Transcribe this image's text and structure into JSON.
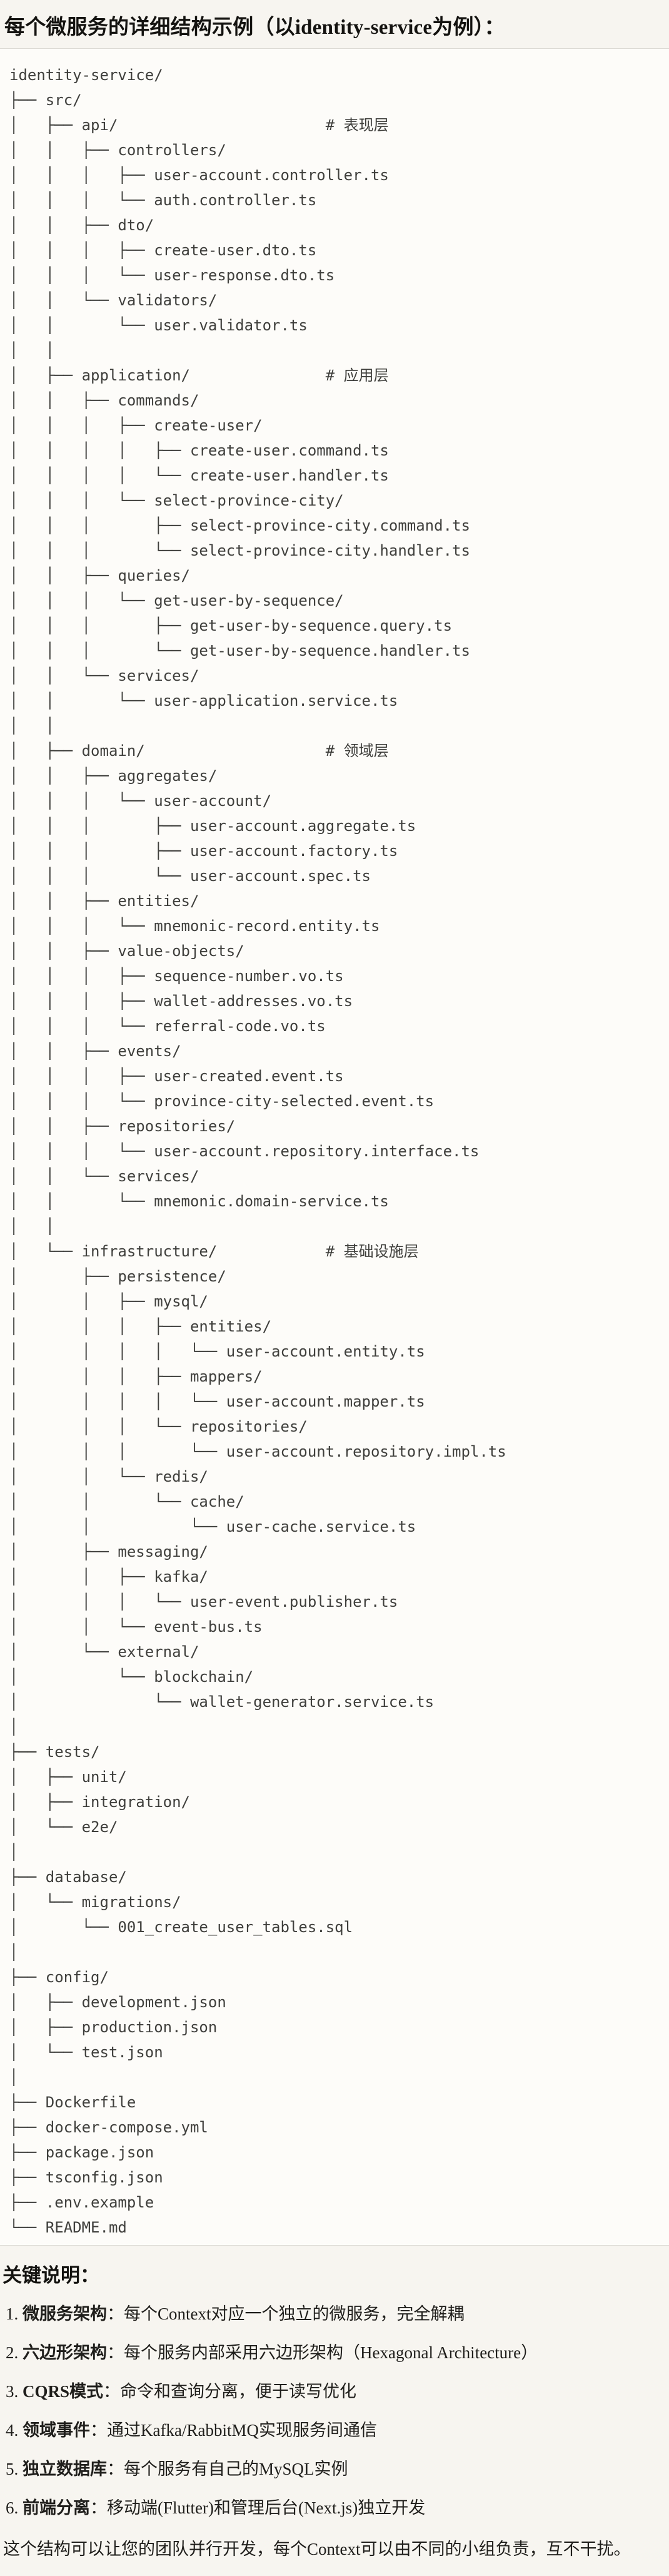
{
  "title": "每个微服务的详细结构示例（以identity-service为例）：",
  "colors": {
    "page_bg": "#f7f5f0",
    "code_bg": "#fdfcf9",
    "border": "#dcdad4",
    "tree_text": "#3f3f3c",
    "text": "#1f1e1b"
  },
  "code_block": {
    "root": "identity-service/",
    "layer_comments": [
      "# 表现层",
      "# 应用层",
      "# 领域层",
      "# 基础设施层"
    ],
    "tree_lines": [
      "identity-service/",
      "├── src/",
      "│   ├── api/                       # 表现层",
      "│   │   ├── controllers/",
      "│   │   │   ├── user-account.controller.ts",
      "│   │   │   └── auth.controller.ts",
      "│   │   ├── dto/",
      "│   │   │   ├── create-user.dto.ts",
      "│   │   │   └── user-response.dto.ts",
      "│   │   └── validators/",
      "│   │       └── user.validator.ts",
      "│   │",
      "│   ├── application/               # 应用层",
      "│   │   ├── commands/",
      "│   │   │   ├── create-user/",
      "│   │   │   │   ├── create-user.command.ts",
      "│   │   │   │   └── create-user.handler.ts",
      "│   │   │   └── select-province-city/",
      "│   │   │       ├── select-province-city.command.ts",
      "│   │   │       └── select-province-city.handler.ts",
      "│   │   ├── queries/",
      "│   │   │   └── get-user-by-sequence/",
      "│   │   │       ├── get-user-by-sequence.query.ts",
      "│   │   │       └── get-user-by-sequence.handler.ts",
      "│   │   └── services/",
      "│   │       └── user-application.service.ts",
      "│   │",
      "│   ├── domain/                    # 领域层",
      "│   │   ├── aggregates/",
      "│   │   │   └── user-account/",
      "│   │   │       ├── user-account.aggregate.ts",
      "│   │   │       ├── user-account.factory.ts",
      "│   │   │       └── user-account.spec.ts",
      "│   │   ├── entities/",
      "│   │   │   └── mnemonic-record.entity.ts",
      "│   │   ├── value-objects/",
      "│   │   │   ├── sequence-number.vo.ts",
      "│   │   │   ├── wallet-addresses.vo.ts",
      "│   │   │   └── referral-code.vo.ts",
      "│   │   ├── events/",
      "│   │   │   ├── user-created.event.ts",
      "│   │   │   └── province-city-selected.event.ts",
      "│   │   ├── repositories/",
      "│   │   │   └── user-account.repository.interface.ts",
      "│   │   └── services/",
      "│   │       └── mnemonic.domain-service.ts",
      "│   │",
      "│   └── infrastructure/            # 基础设施层",
      "│       ├── persistence/",
      "│       │   ├── mysql/",
      "│       │   │   ├── entities/",
      "│       │   │   │   └── user-account.entity.ts",
      "│       │   │   ├── mappers/",
      "│       │   │   │   └── user-account.mapper.ts",
      "│       │   │   └── repositories/",
      "│       │   │       └── user-account.repository.impl.ts",
      "│       │   └── redis/",
      "│       │       └── cache/",
      "│       │           └── user-cache.service.ts",
      "│       ├── messaging/",
      "│       │   ├── kafka/",
      "│       │   │   └── user-event.publisher.ts",
      "│       │   └── event-bus.ts",
      "│       └── external/",
      "│           └── blockchain/",
      "│               └── wallet-generator.service.ts",
      "│",
      "├── tests/",
      "│   ├── unit/",
      "│   ├── integration/",
      "│   └── e2e/",
      "│",
      "├── database/",
      "│   └── migrations/",
      "│       └── 001_create_user_tables.sql",
      "│",
      "├── config/",
      "│   ├── development.json",
      "│   ├── production.json",
      "│   └── test.json",
      "│",
      "├── Dockerfile",
      "├── docker-compose.yml",
      "├── package.json",
      "├── tsconfig.json",
      "├── .env.example",
      "└── README.md"
    ]
  },
  "notes": {
    "heading": "关键说明：",
    "items": [
      {
        "num": "1.",
        "term": "微服务架构",
        "sep": "：",
        "desc": "每个Context对应一个独立的微服务，完全解耦"
      },
      {
        "num": "2.",
        "term": "六边形架构",
        "sep": "：",
        "desc": "每个服务内部采用六边形架构（Hexagonal Architecture）"
      },
      {
        "num": "3.",
        "term": "CQRS模式",
        "sep": "：",
        "desc": "命令和查询分离，便于读写优化"
      },
      {
        "num": "4.",
        "term": "领域事件",
        "sep": "：",
        "desc": "通过Kafka/RabbitMQ实现服务间通信"
      },
      {
        "num": "5.",
        "term": "独立数据库",
        "sep": "：",
        "desc": "每个服务有自己的MySQL实例"
      },
      {
        "num": "6.",
        "term": "前端分离",
        "sep": "：",
        "desc": "移动端(Flutter)和管理后台(Next.js)独立开发"
      }
    ],
    "footer": "这个结构可以让您的团队并行开发，每个Context可以由不同的小组负责，互不干扰。"
  }
}
